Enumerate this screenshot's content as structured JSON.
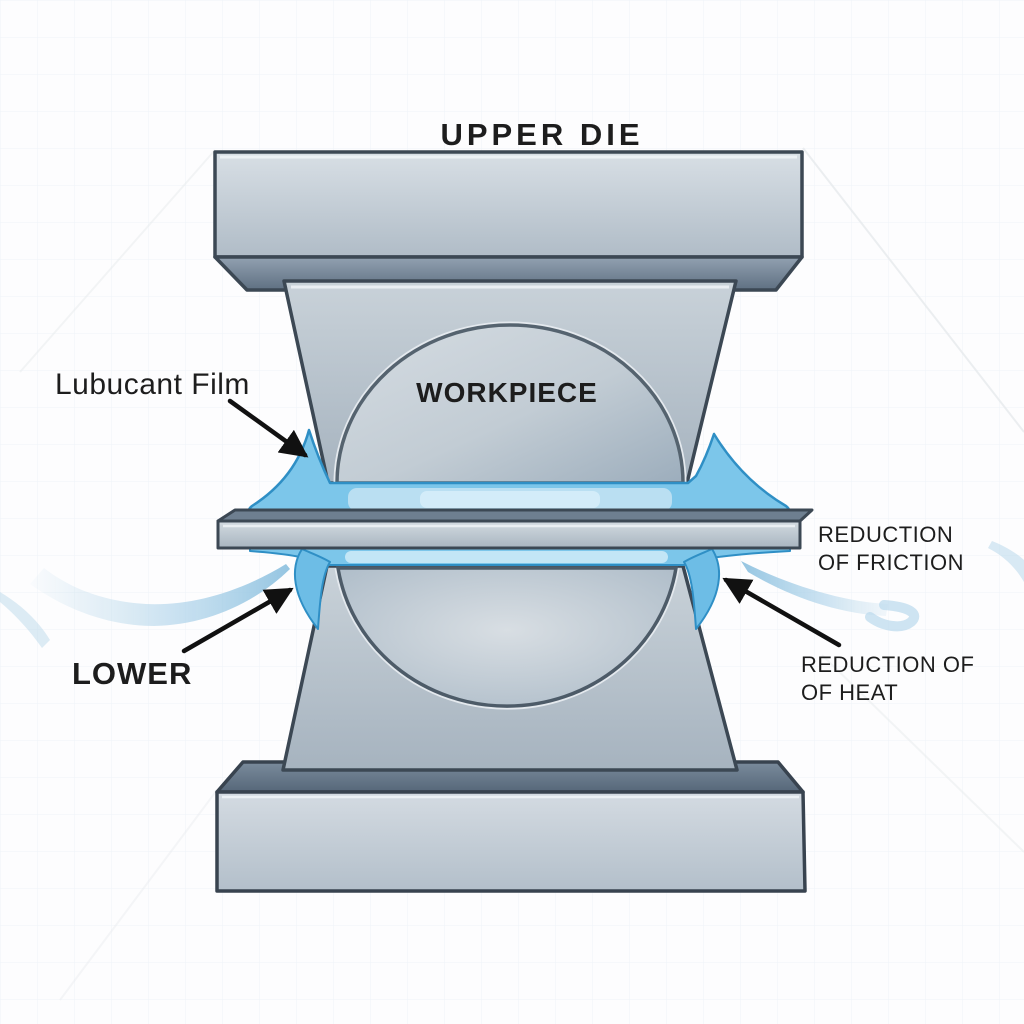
{
  "diagram": {
    "upper_die_label": "UPPER DIE",
    "workpiece_label": "WORKPIECE",
    "lubricant_film_label": "Lubucant Film",
    "lower_label": "LOWER",
    "friction_label_line1": "REDUCTION",
    "friction_label_line2": "OF FRICTION",
    "heat_label_line1": "REDUCTION OF",
    "heat_label_line2": "OF HEAT"
  },
  "colors": {
    "steel_light": "#d2dae1",
    "steel_mid": "#aab7c2",
    "steel_dark_face": "#5c6d80",
    "outline": "#3c4854",
    "lubricant_blue": "#7cc6ea",
    "lubricant_highlight": "#cdeaf8",
    "lubricant_edge": "#2f8fc5",
    "flow_arrow_blue": "#b3d5e9",
    "annotation_arrow": "#111111",
    "text": "#1d1d1d",
    "background": "#fdfdfe"
  }
}
